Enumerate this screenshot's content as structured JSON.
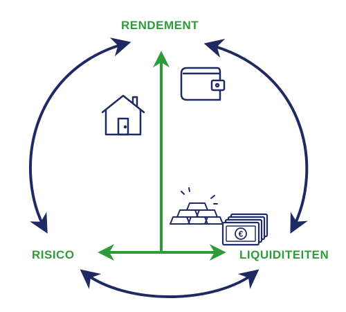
{
  "labels": {
    "top": "RENDEMENT",
    "left": "RISICO",
    "right": "LIQUIDITEITEN"
  },
  "icons": {
    "house": "house-icon",
    "wallet": "wallet-icon",
    "gold": "gold-bars-icon",
    "cash": "euro-banknotes-icon"
  },
  "banknote_symbol": "€",
  "colors": {
    "green": "#2e9b3a",
    "navy": "#1f2a63"
  }
}
